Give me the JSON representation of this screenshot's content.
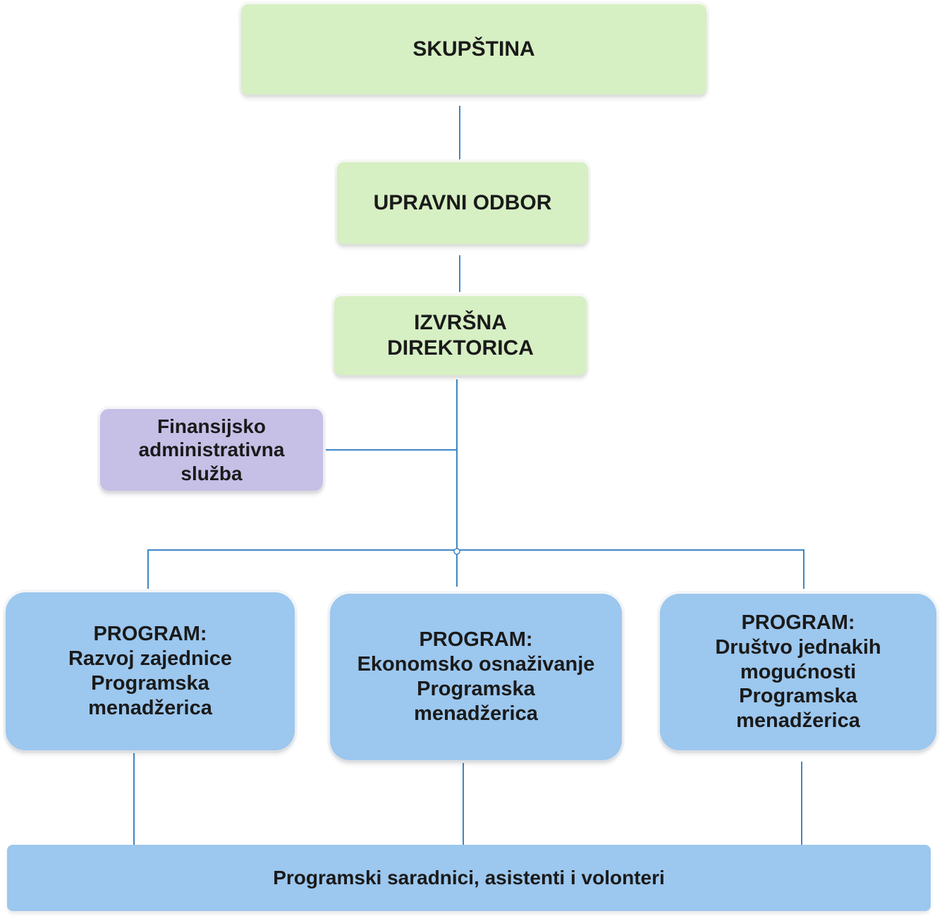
{
  "nodes": {
    "skupstina": "SKUPŠTINA",
    "upravni_odbor": "UPRAVNI ODBOR",
    "izvrsna_direktorica": "IZVRŠNA\nDIREKTORICA",
    "finansijska_sluzba": "Finansijsko\nadministrativna\nslužba",
    "program_1": "PROGRAM:\nRazvoj zajednice\nProgramska\nmenadžerica",
    "program_2": "PROGRAM:\nEkonomsko osnaživanje\nProgramska\nmenadžerica",
    "program_3": "PROGRAM:\nDruštvo jednakih\nmogućnosti\nProgramska\nmenadžerica",
    "saradnici": "Programski saradnici, asistenti i volonteri"
  },
  "colors": {
    "governance": "#d6efc3",
    "service": "#c6bfe6",
    "program": "#9cc7ee",
    "connector": "#3f86c6"
  }
}
